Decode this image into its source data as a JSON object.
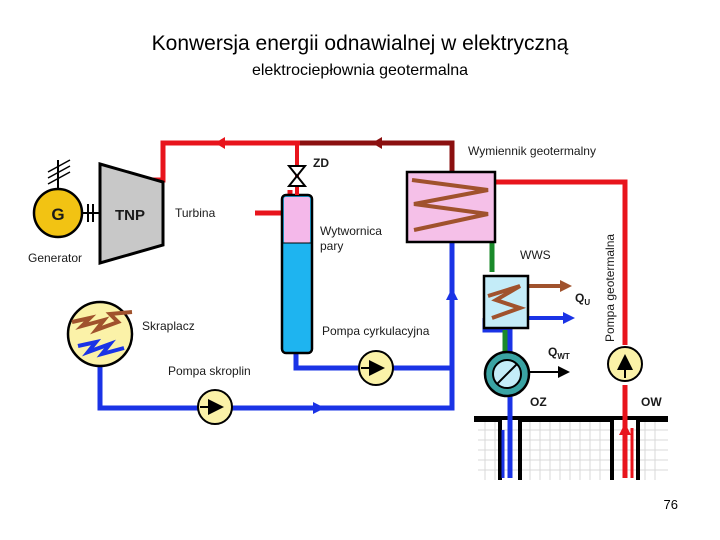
{
  "title": "Konwersja energii odnawialnej w elektryczną",
  "subtitle": "elektrociepłownia geotermalna",
  "page_number": "76",
  "labels": {
    "generator_symbol": "G",
    "generator": "Generator",
    "turbine_symbol": "TNP",
    "turbine": "Turbina",
    "zd": "ZD",
    "steam_gen_line1": "Wytwornica",
    "steam_gen_line2": "pary",
    "exchanger": "Wymiennik geotermalny",
    "wws": "WWS",
    "qu": "Q",
    "qu_sub": "U",
    "qwt": "Q",
    "qwt_sub": "WT",
    "condenser": "Skraplacz",
    "condensate_pump": "Pompa skroplin",
    "circ_pump": "Pompa cyrkulacyjna",
    "geo_pump": "Pompa geotermalna",
    "oz": "OZ",
    "ow": "OW"
  },
  "colors": {
    "hot_line": "#e8141c",
    "dark_hot_line": "#8b1010",
    "cold_line": "#1a33e6",
    "green_line": "#1a8a2a",
    "brown_coil": "#a0522d",
    "generator_fill": "#f2c313",
    "condenser_fill": "#fbf2a8",
    "turbine_fill": "#c8c8c8",
    "exchanger_fill": "#f5c0e8",
    "water_fill": "#1eb4f0",
    "steam_fill": "#f4b8ea",
    "wws_fill": "#c4ecf8",
    "oz_fill": "#3aa3a3"
  }
}
